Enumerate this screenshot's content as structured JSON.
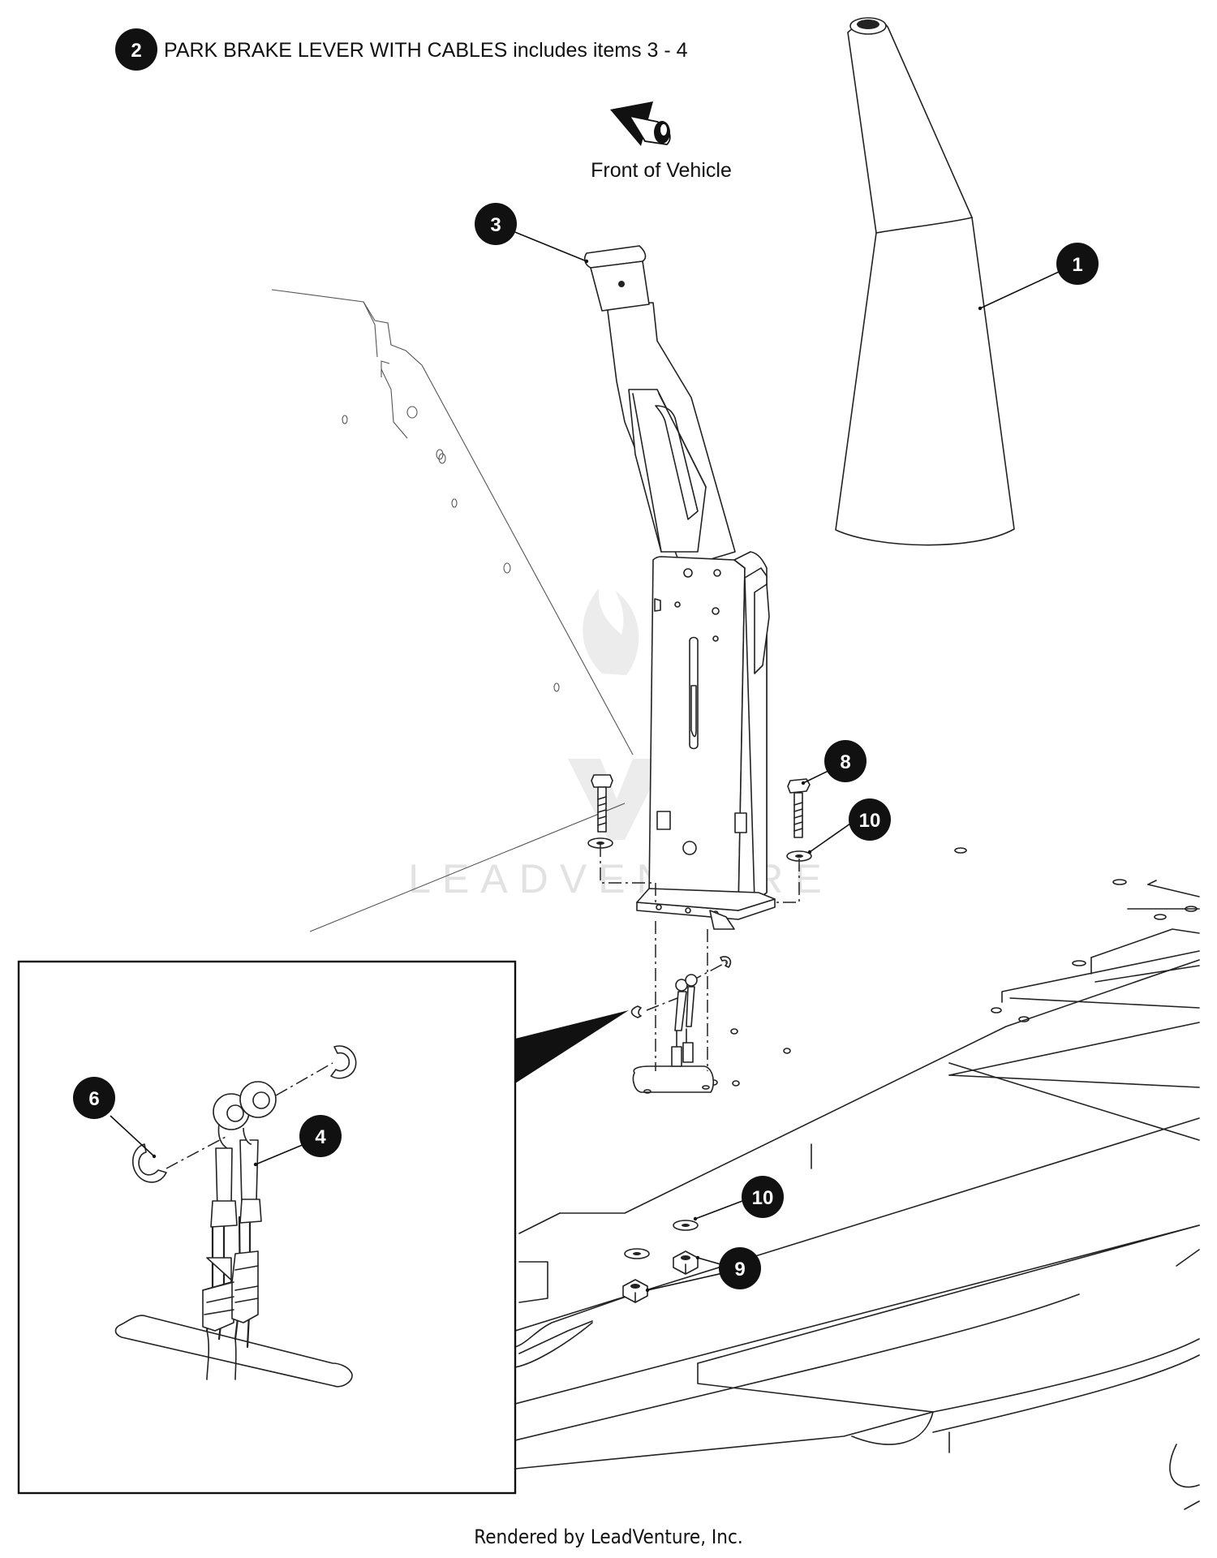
{
  "header": {
    "item_number": "2",
    "title": "PARK BRAKE LEVER WITH CABLES includes items 3 - 4"
  },
  "orientation": {
    "label": "Front of Vehicle",
    "icon": "direction-arrow-icon"
  },
  "callouts": [
    {
      "id": "callout-1",
      "label": "1"
    },
    {
      "id": "callout-3",
      "label": "3"
    },
    {
      "id": "callout-4",
      "label": "4"
    },
    {
      "id": "callout-6",
      "label": "6"
    },
    {
      "id": "callout-8",
      "label": "8"
    },
    {
      "id": "callout-9",
      "label": "9"
    },
    {
      "id": "callout-10-upper",
      "label": "10"
    },
    {
      "id": "callout-10-lower",
      "label": "10"
    }
  ],
  "watermark": "LEADVENTURE",
  "footer": {
    "credit": "Rendered by LeadVenture, Inc."
  },
  "colors": {
    "line": "#222222",
    "callout_fill": "#111111",
    "callout_text": "#ffffff",
    "watermark": "#e2e2e2"
  }
}
